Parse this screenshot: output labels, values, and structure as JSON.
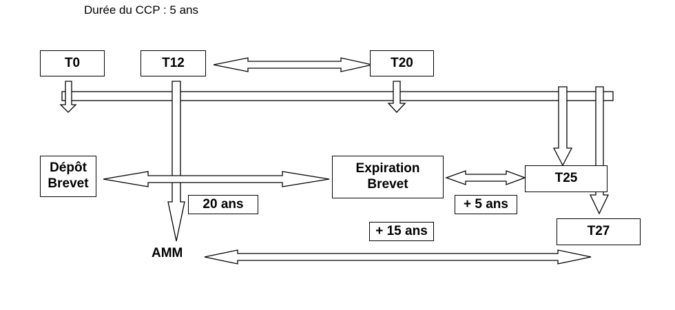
{
  "title": "Durée du CCP : 5 ans",
  "timeline": {
    "t0": "T0",
    "t12": "T12",
    "t20": "T20",
    "t25": "T25",
    "t27": "T27"
  },
  "events": {
    "depot_line1": "Dépôt",
    "depot_line2": "Brevet",
    "expiration_line1": "Expiration",
    "expiration_line2": "Brevet",
    "amm": "AMM"
  },
  "durations": {
    "twenty_years": "20 ans",
    "plus_five_years": "+ 5 ans",
    "plus_fifteen_years": "+ 15 ans"
  }
}
